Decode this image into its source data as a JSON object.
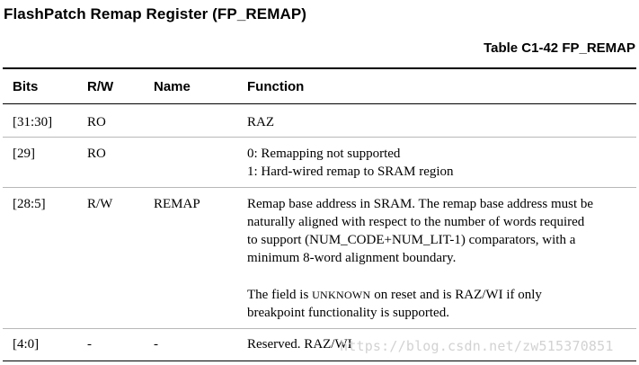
{
  "section_title": "FlashPatch Remap Register (FP_REMAP)",
  "table_caption": "Table C1-42 FP_REMAP",
  "headers": {
    "bits": "Bits",
    "rw": "R/W",
    "name": "Name",
    "function": "Function"
  },
  "rows": [
    {
      "bits": "[31:30]",
      "rw": "RO",
      "name": "",
      "function_lines": [
        "RAZ"
      ]
    },
    {
      "bits": "[29]",
      "rw": "RO",
      "name": "",
      "function_lines": [
        "0: Remapping not supported",
        "1: Hard-wired remap to SRAM region"
      ]
    },
    {
      "bits": "[28:5]",
      "rw": "R/W",
      "name": "REMAP",
      "function_lines": [
        "Remap base address in SRAM. The remap base address must be",
        "naturally aligned with respect to the number of words required",
        "to support (NUM_CODE+NUM_LIT-1) comparators, with a",
        "minimum 8-word alignment boundary."
      ],
      "function_note": {
        "line1_prefix": "The field is ",
        "line1_smallcaps": "UNKNOWN",
        "line1_suffix": " on reset and is RAZ/WI if only",
        "line2": "breakpoint functionality is supported."
      }
    },
    {
      "bits": "[4:0]",
      "rw": "-",
      "name": "-",
      "function_lines": [
        "Reserved. RAZ/WI"
      ]
    }
  ],
  "watermark": "https://blog.csdn.net/zw515370851"
}
